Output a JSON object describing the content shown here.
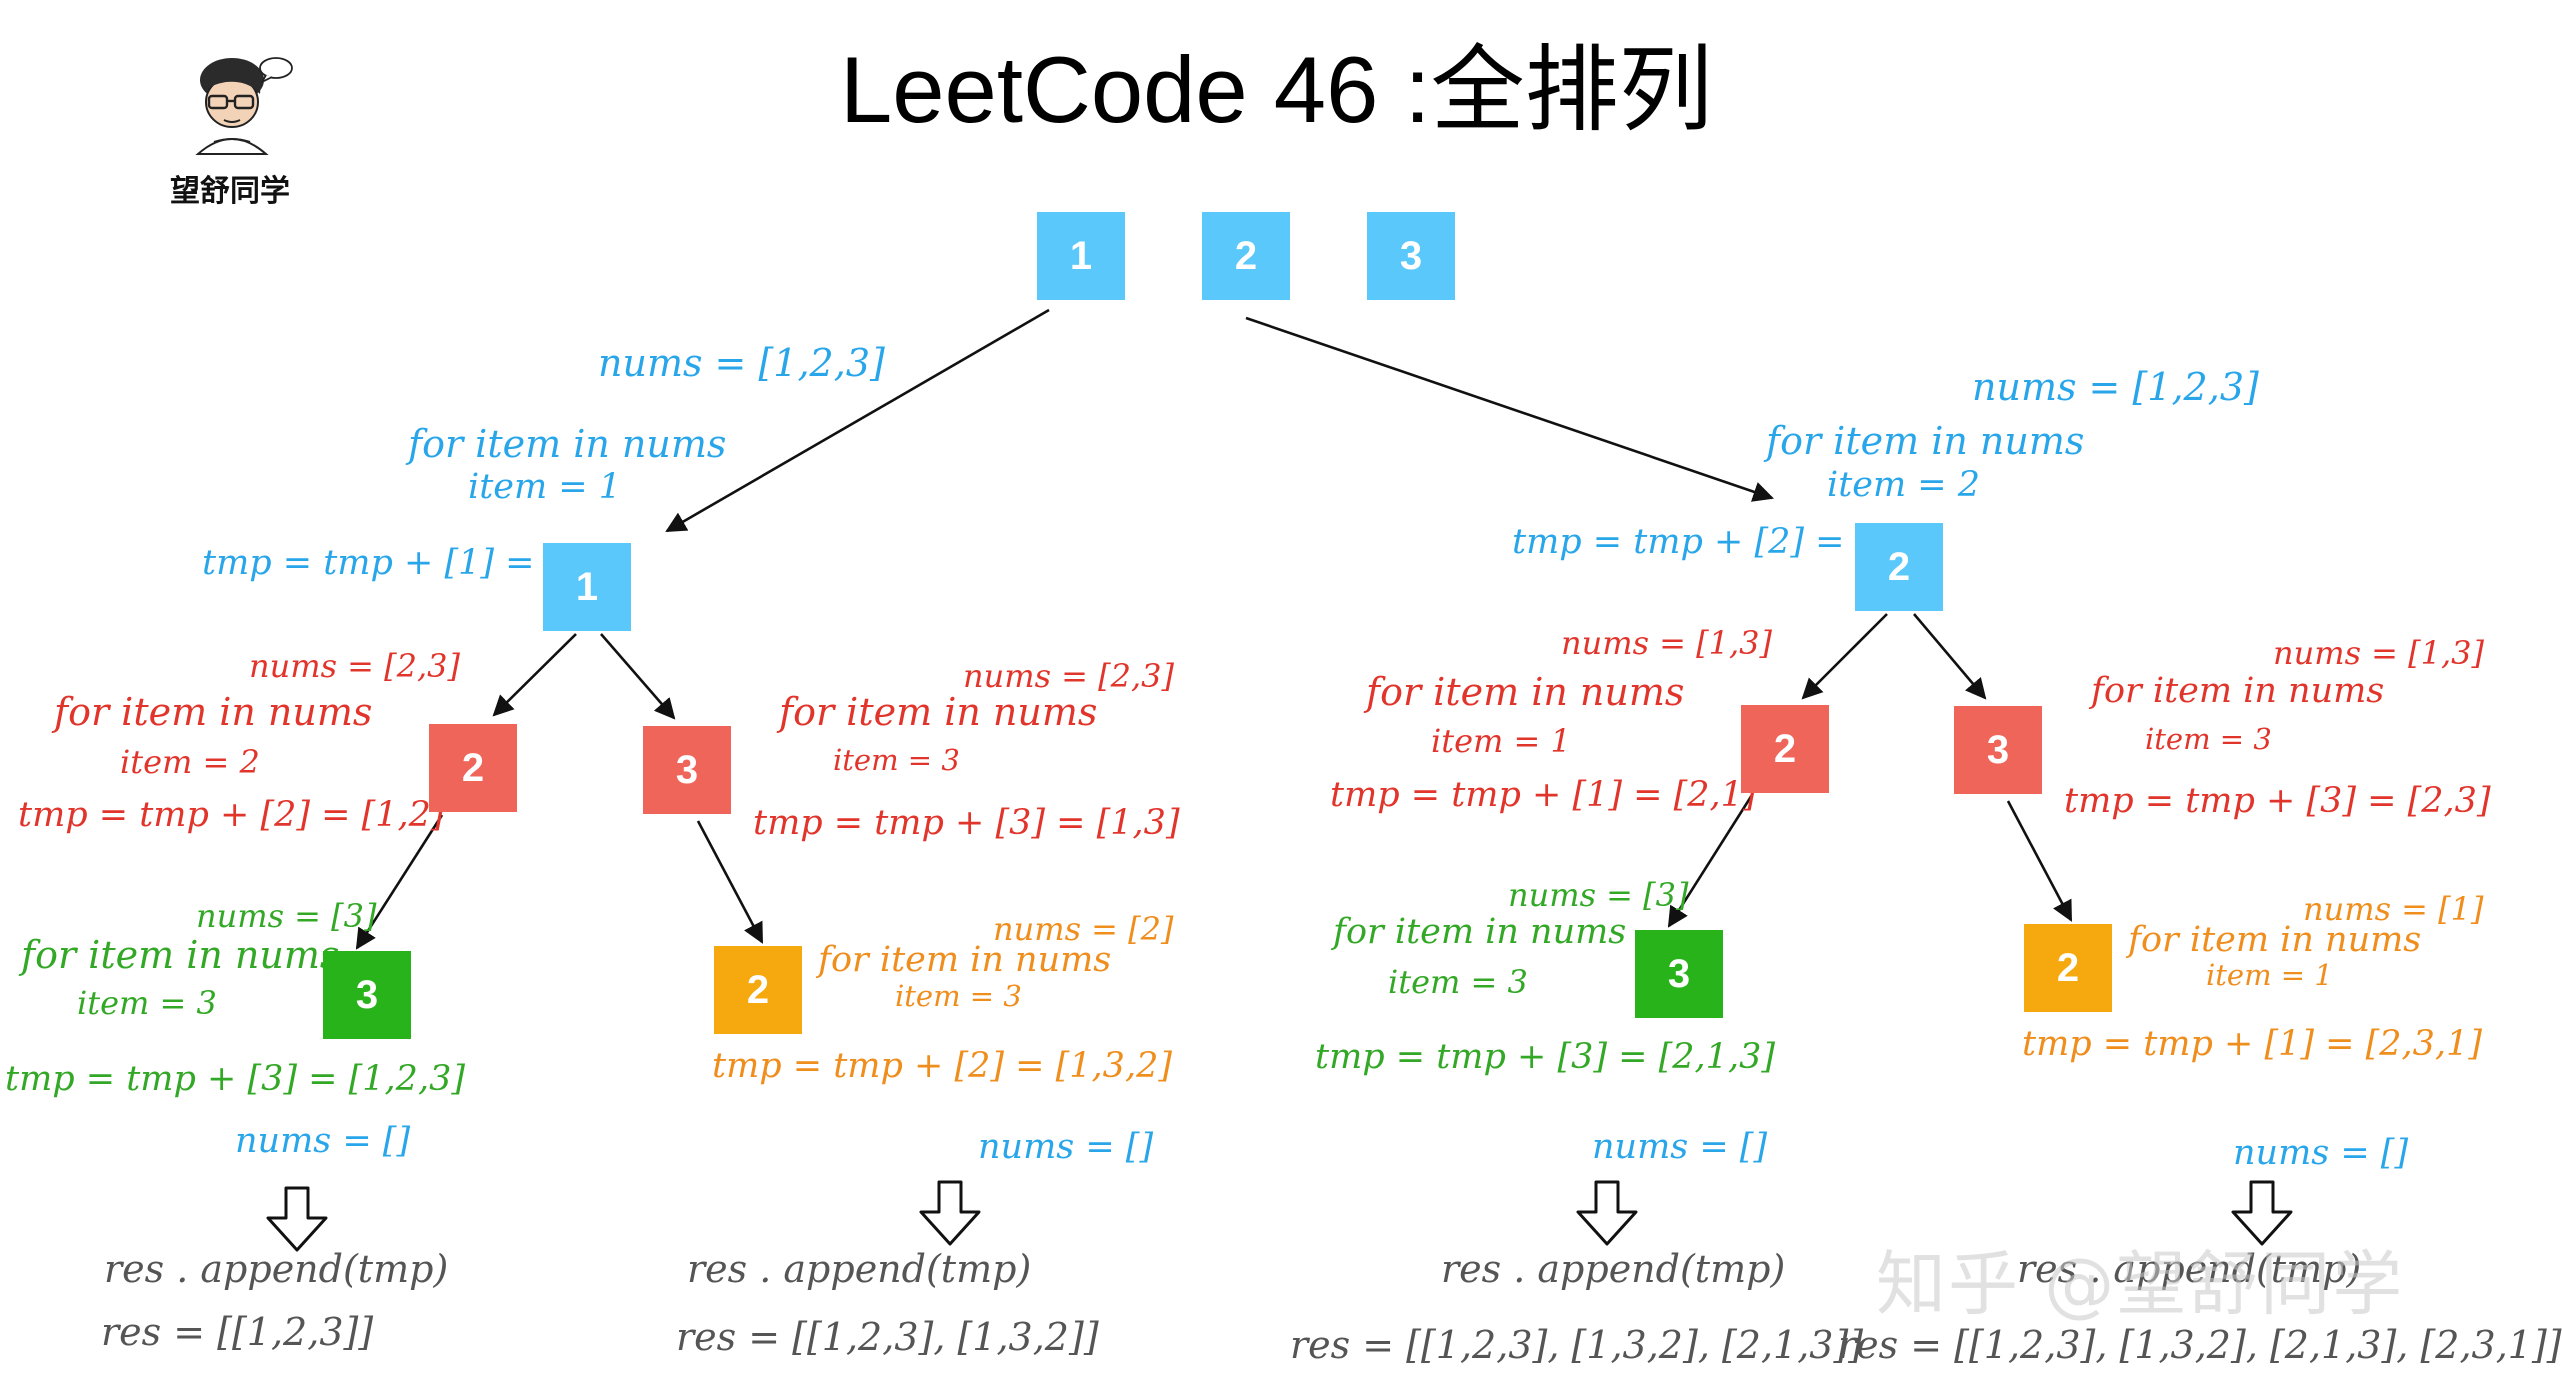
{
  "title": "LeetCode 46 :全排列",
  "author": "望舒同学",
  "watermark": "知乎 @望舒同学",
  "colors": {
    "blue": "#5ac8fa",
    "red": "#f0655a",
    "green": "#28b31b",
    "orange": "#f5a90f",
    "label_blue": "#29a6ea",
    "label_red": "#e1352c",
    "label_green": "#33a826",
    "label_orange": "#ef8d1d",
    "label_gray": "#555555"
  },
  "top_nodes": [
    "1",
    "2",
    "3"
  ],
  "left": {
    "call": {
      "nums": "nums = [1,2,3]",
      "loop": "for item in nums",
      "item": "item = 1"
    },
    "tmp": "tmp = tmp + [1] = [1]",
    "node": "1",
    "branch_a": {
      "nums": "nums = [2,3]",
      "loop": "for item in nums",
      "item": "item = 2",
      "tmp": "tmp = tmp + [2] = [1,2]",
      "node": "2",
      "child": {
        "nums": "nums = [3]",
        "loop": "for item in nums",
        "item": "item = 3",
        "node": "3",
        "tmp": "tmp = tmp + [3] = [1,2,3]",
        "empty": "nums = []",
        "append": "res . append(tmp)",
        "res": "res = [[1,2,3]]"
      }
    },
    "branch_b": {
      "nums": "nums = [2,3]",
      "loop": "for item in nums",
      "item": "item = 3",
      "tmp": "tmp = tmp + [3] = [1,3]",
      "node": "3",
      "child": {
        "nums": "nums = [2]",
        "loop": "for item in nums",
        "item": "item = 3",
        "node": "2",
        "tmp": "tmp = tmp + [2] = [1,3,2]",
        "empty": "nums = []",
        "append": "res . append(tmp)",
        "res": "res = [[1,2,3], [1,3,2]]"
      }
    }
  },
  "right": {
    "call": {
      "nums": "nums = [1,2,3]",
      "loop": "for item in nums",
      "item": "item = 2"
    },
    "tmp": "tmp = tmp + [2] = [2]",
    "node": "2",
    "branch_a": {
      "nums": "nums = [1,3]",
      "loop": "for item in nums",
      "item": "item = 1",
      "tmp": "tmp = tmp + [1] = [2,1]",
      "node": "2",
      "child": {
        "nums": "nums = [3]",
        "loop": "for item in nums",
        "item": "item = 3",
        "node": "3",
        "tmp": "tmp = tmp + [3] = [2,1,3]",
        "empty": "nums = []",
        "append": "res . append(tmp)",
        "res": "res = [[1,2,3], [1,3,2], [2,1,3]]"
      }
    },
    "branch_b": {
      "nums": "nums = [1,3]",
      "loop": "for item in nums",
      "item": "item = 3",
      "tmp": "tmp = tmp + [3] = [2,3]",
      "node": "3",
      "child": {
        "nums": "nums = [1]",
        "loop": "for item in nums",
        "item": "item = 1",
        "node": "2",
        "tmp": "tmp = tmp + [1] = [2,3,1]",
        "empty": "nums = []",
        "append": "res . append(tmp)",
        "res": "res = [[1,2,3], [1,3,2], [2,1,3], [2,3,1]]"
      }
    }
  }
}
